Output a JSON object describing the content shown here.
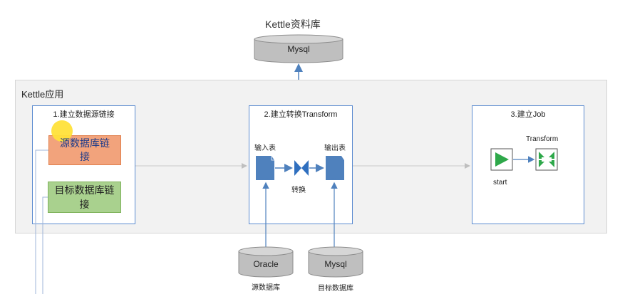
{
  "repository": {
    "title": "Kettle资料库",
    "db_label": "Mysql"
  },
  "app": {
    "label": "Kettle应用"
  },
  "step1": {
    "title": "1.建立数据源链接",
    "source_link": "源数据库链接",
    "target_link": "目标数据库链接"
  },
  "step2": {
    "title": "2.建立转换Transform",
    "input_table": "输入表",
    "output_table": "输出表",
    "convert": "转换"
  },
  "step3": {
    "title": "3.建立Job",
    "transform_label": "Transform",
    "start_label": "start"
  },
  "source_db": {
    "label": "Oracle",
    "caption": "源数据库"
  },
  "target_db": {
    "label": "Mysql",
    "caption": "目标数据库"
  },
  "colors": {
    "step_border": "#5b8bd0",
    "source_box": "#f2a37c",
    "target_box": "#a9d18e",
    "db_cylinder": "#bfbfbf",
    "arrow": "#4f81bd"
  }
}
